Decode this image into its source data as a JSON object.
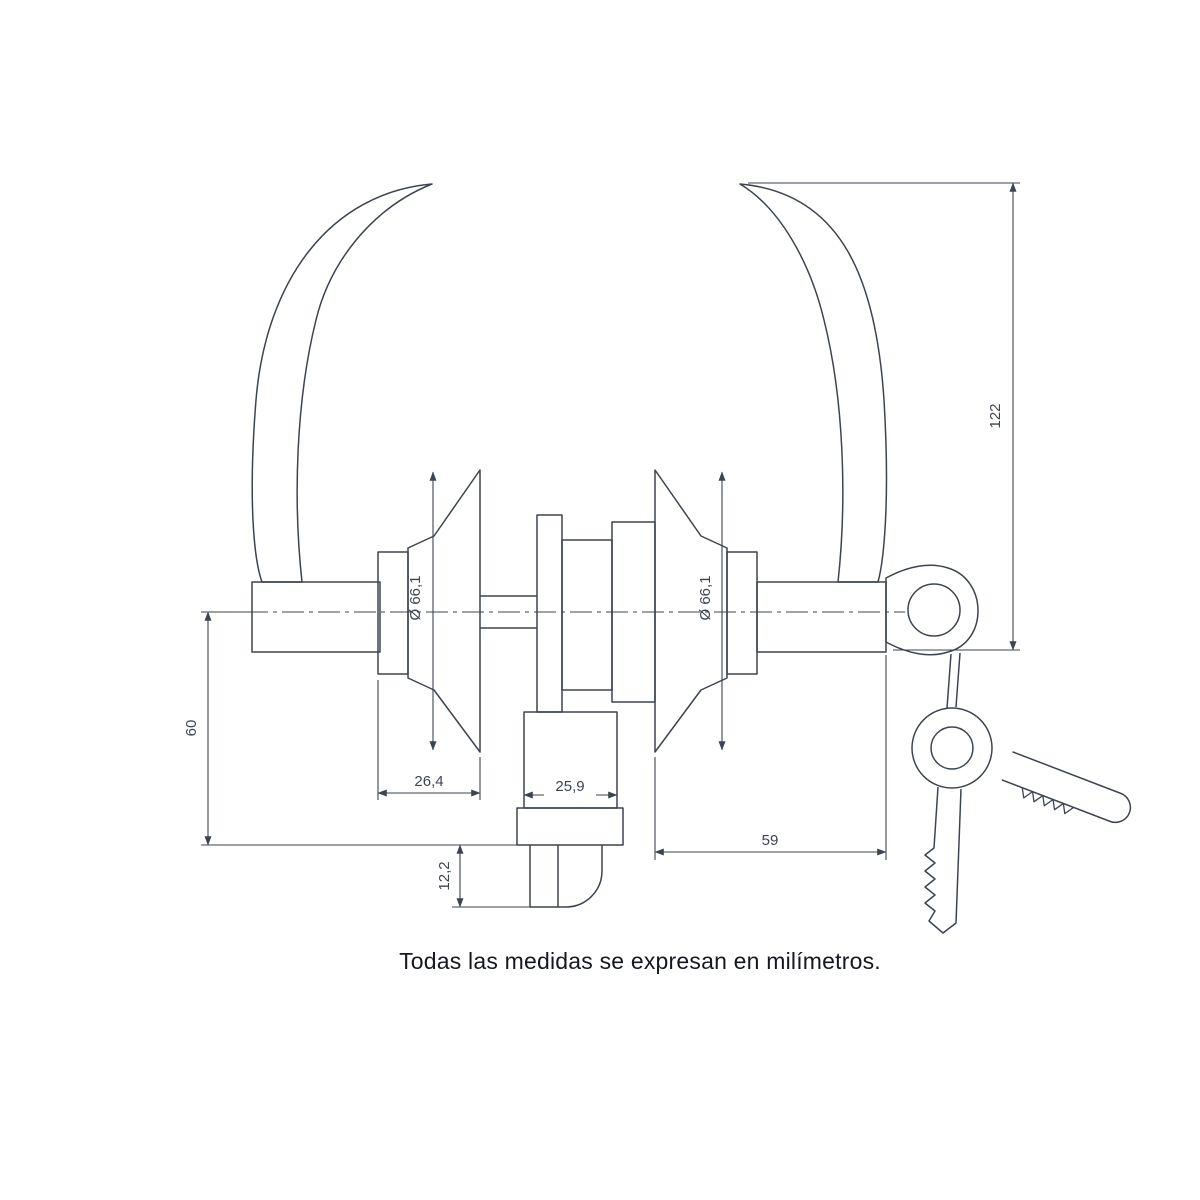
{
  "meta": {
    "background_color": "#ffffff",
    "line_color": "#3d4451",
    "text_color": "#3d4451",
    "caption_color": "#15181e",
    "drawing_type": "door lever lockset technical drawing with keys"
  },
  "caption": "Todas las medidas se expresan en milímetros.",
  "dimensions": {
    "total_height": "122",
    "lever_to_base": "60",
    "rose_depth": "26,4",
    "latch_width": "25,9",
    "latch_lip": "12,2",
    "outside_length": "59",
    "rose_diameter_left": "Ø 66,1",
    "rose_diameter_right": "Ø 66,1"
  }
}
